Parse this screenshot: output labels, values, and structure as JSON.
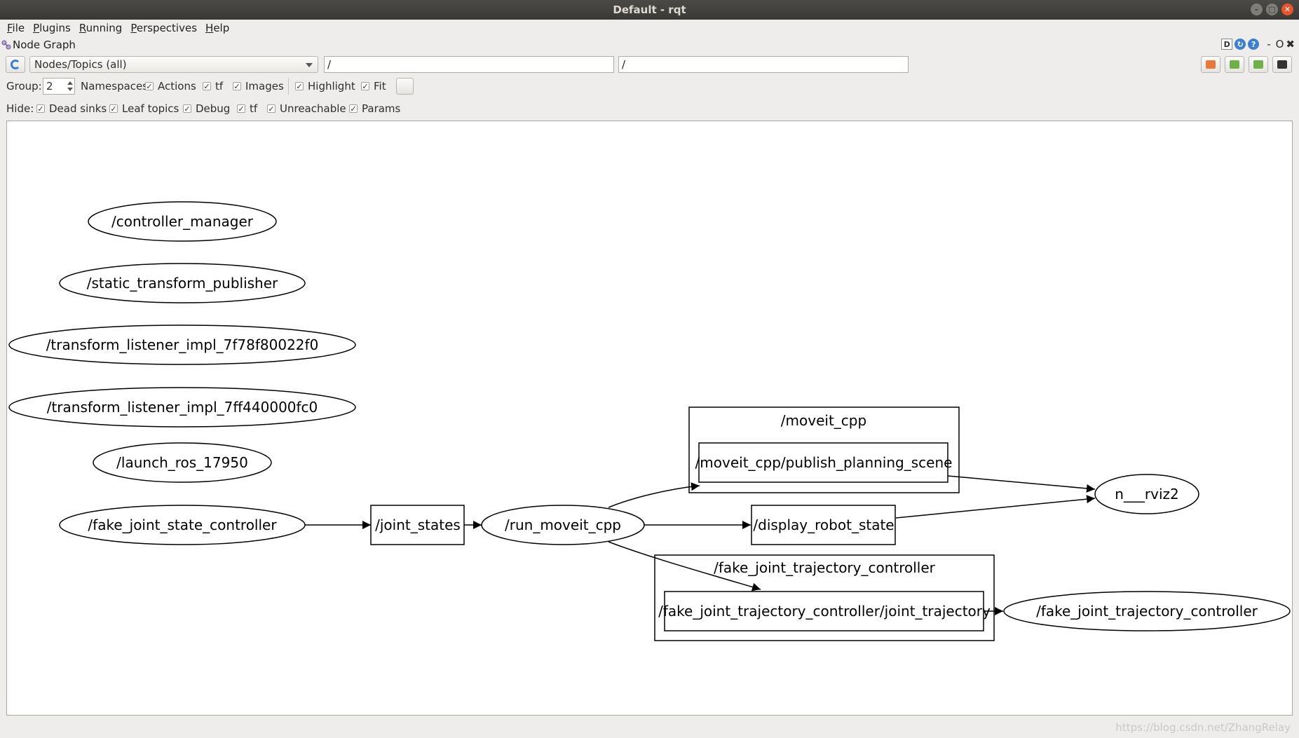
{
  "window": {
    "title": "Default - rqt"
  },
  "menu": {
    "items": [
      "File",
      "Plugins",
      "Running",
      "Perspectives",
      "Help"
    ]
  },
  "plugin": {
    "title": "Node Graph",
    "ctrl_d": "D",
    "ctrl_dash": "-",
    "ctrl_o": "O"
  },
  "toolbar": {
    "graph_type": "Nodes/Topics (all)",
    "node_filter": "/",
    "topic_filter": "/"
  },
  "options": {
    "group_label": "Group:",
    "group_value": "2",
    "namespaces": "Namespaces",
    "actions": "Actions",
    "tf": "tf",
    "images": "Images",
    "highlight": "Highlight",
    "fit": "Fit"
  },
  "hide": {
    "label": "Hide:",
    "dead_sinks": "Dead sinks",
    "leaf_topics": "Leaf topics",
    "debug": "Debug",
    "tf": "tf",
    "unreachable": "Unreachable",
    "params": "Params"
  },
  "graph": {
    "nodes": {
      "controller_manager": "/controller_manager",
      "static_transform_publisher": "/static_transform_publisher",
      "transform_listener_1": "/transform_listener_impl_7f78f80022f0",
      "transform_listener_2": "/transform_listener_impl_7ff440000fc0",
      "launch_ros": "/launch_ros_17950",
      "fake_joint_state_controller": "/fake_joint_state_controller",
      "run_moveit_cpp": "/run_moveit_cpp",
      "rviz2": "n___rviz2",
      "fake_joint_trajectory_controller": "/fake_joint_trajectory_controller"
    },
    "topics": {
      "joint_states": "/joint_states",
      "publish_planning_scene": "/moveit_cpp/publish_planning_scene",
      "display_robot_state": "/display_robot_state",
      "joint_trajectory": "/fake_joint_trajectory_controller/joint_trajectory"
    },
    "groups": {
      "moveit_cpp": "/moveit_cpp",
      "fake_joint_trajectory_controller": "/fake_joint_trajectory_controller"
    }
  },
  "watermark": "https://blog.csdn.net/ZhangRelay"
}
